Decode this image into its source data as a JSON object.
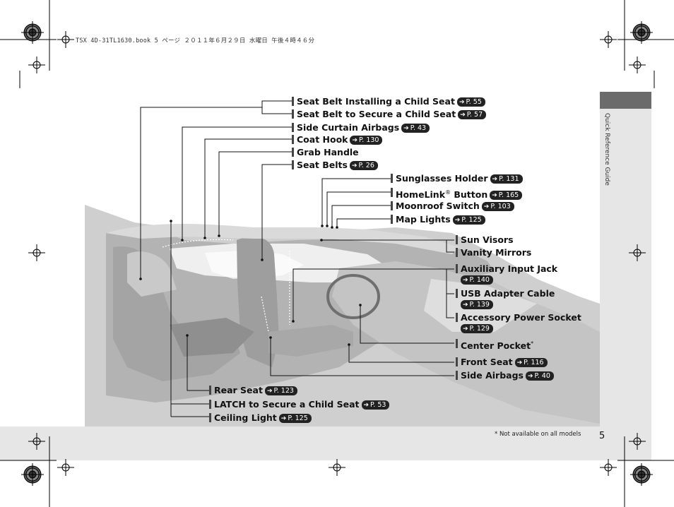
{
  "header_line": "TSX 4D-31TL1630.book  5 ページ  ２０１１年６月２９日  水曜日  午後４時４６分",
  "side_tab_text": "Quick Reference Guide",
  "footnote": "* Not available on all models",
  "page_number": "5",
  "ref_arrow": "➔",
  "labels": {
    "seat_belt_child_seat": {
      "text": "Seat Belt Installing a Child Seat",
      "ref": "P. 55"
    },
    "seat_belt_secure_child": {
      "text": "Seat Belt to Secure a Child Seat",
      "ref": "P. 57"
    },
    "side_curtain_airbags": {
      "text": "Side Curtain Airbags",
      "ref": "P. 43"
    },
    "coat_hook": {
      "text": "Coat Hook",
      "ref": "P. 130"
    },
    "grab_handle": {
      "text": "Grab Handle"
    },
    "seat_belts": {
      "text": "Seat Belts",
      "ref": "P. 26"
    },
    "sunglasses_holder": {
      "text": "Sunglasses Holder",
      "ref": "P. 131"
    },
    "homelink_button": {
      "text": "HomeLink",
      "sup": "®",
      "text2": " Button",
      "ref": "P. 165"
    },
    "moonroof_switch": {
      "text": "Moonroof Switch",
      "ref": "P. 103"
    },
    "map_lights": {
      "text": "Map Lights",
      "ref": "P. 125"
    },
    "sun_visors": {
      "text": "Sun Visors"
    },
    "vanity_mirrors": {
      "text": "Vanity Mirrors"
    },
    "aux_input_jack": {
      "text": "Auxiliary Input Jack",
      "ref": "P. 140"
    },
    "usb_adapter_cable": {
      "text": "USB Adapter Cable",
      "ref": "P. 139"
    },
    "accessory_power_socket": {
      "text": "Accessory Power Socket",
      "ref": "P. 129"
    },
    "center_pocket": {
      "text": "Center Pocket",
      "sup": "*"
    },
    "front_seat": {
      "text": "Front Seat",
      "ref": "P. 116"
    },
    "side_airbags": {
      "text": "Side Airbags",
      "ref": "P. 40"
    },
    "rear_seat": {
      "text": "Rear Seat",
      "ref": "P. 123"
    },
    "latch": {
      "text": "LATCH to Secure a Child Seat",
      "ref": "P. 53"
    },
    "ceiling_light": {
      "text": "Ceiling Light",
      "ref": "P. 125"
    }
  }
}
